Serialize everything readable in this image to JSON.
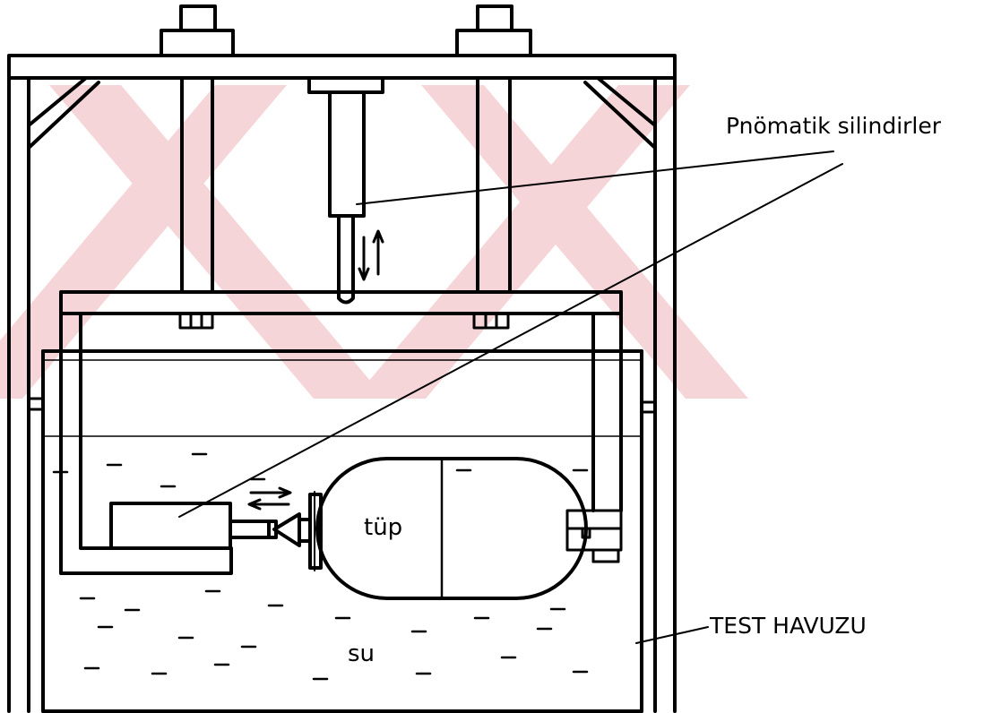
{
  "labels": {
    "pneumatic": "Pnömatik silindirler",
    "tube": "tüp",
    "pool": "TEST HAVUZU",
    "water": "su"
  },
  "colors": {
    "ink": "#000000",
    "watermark": "#f6d5d8",
    "background": "#ffffff"
  }
}
